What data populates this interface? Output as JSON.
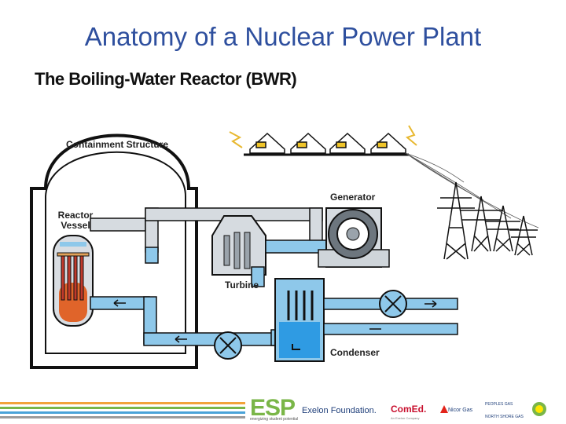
{
  "slide": {
    "title": "Anatomy of a Nuclear Power Plant"
  },
  "diagram": {
    "title": "The Boiling-Water Reactor (BWR)",
    "labels": {
      "containment": "Containment Structure",
      "reactor_line1": "Reactor",
      "reactor_line2": "Vessel",
      "generator": "Generator",
      "turbine": "Turbine",
      "condenser": "Condenser"
    },
    "colors": {
      "pipe_blue": "#8ec8ea",
      "pipe_gray": "#d6dbe0",
      "water_blue": "#2f9be3",
      "core_orange": "#e0642a",
      "outline": "#111111"
    }
  },
  "footer": {
    "logos": {
      "esp": "ESP",
      "esp_sub": "energizing student potential",
      "exelon": "Exelon Foundation.",
      "comed": "ComEd.",
      "comed_sub": "An Exelon Company",
      "nicor": "Nicor Gas",
      "peoples": "PEOPLES GAS",
      "northshore": "NORTH SHORE GAS",
      "bp": "bp"
    },
    "stripe_colors": [
      "#f2a33a",
      "#7ab648",
      "#4aa3d8",
      "#9b9b9b"
    ]
  }
}
